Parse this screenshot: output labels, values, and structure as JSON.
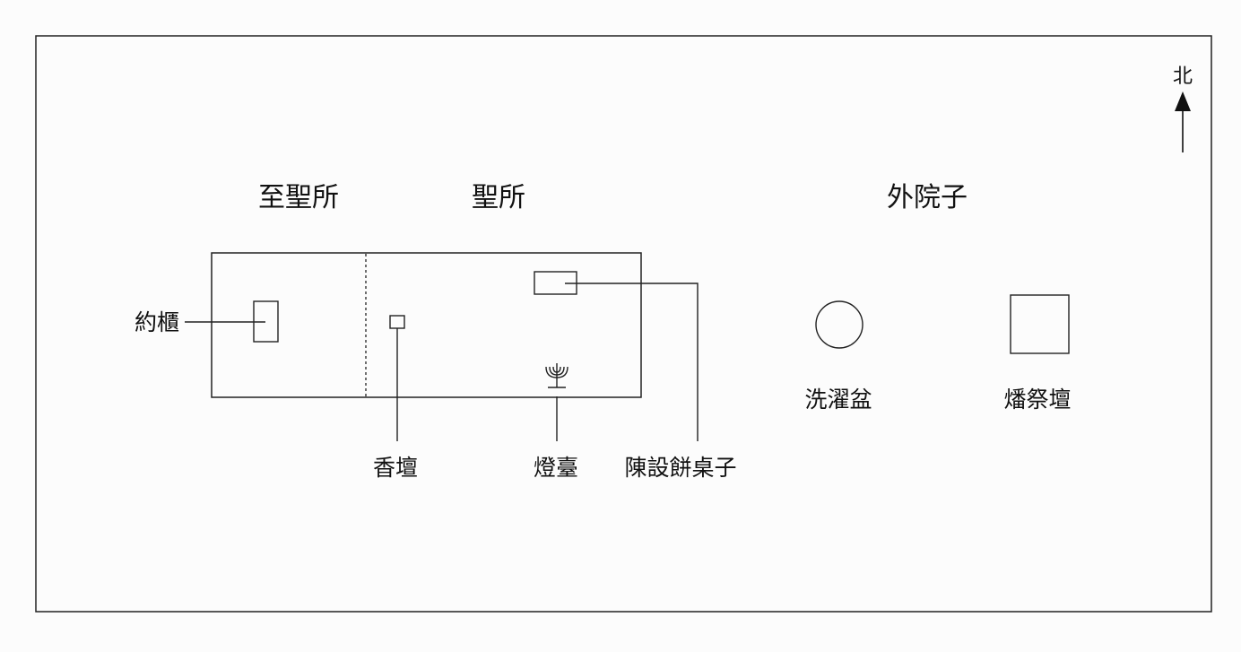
{
  "direction": {
    "label": "北"
  },
  "regions": {
    "most_holy_place": "至聖所",
    "holy_place": "聖所",
    "outer_court": "外院子"
  },
  "items": {
    "ark": "約櫃",
    "incense_altar": "香壇",
    "lampstand": "燈臺",
    "showbread_table": "陳設餅桌子",
    "laver": "洗濯盆",
    "burnt_offering_altar": "燔祭壇"
  }
}
